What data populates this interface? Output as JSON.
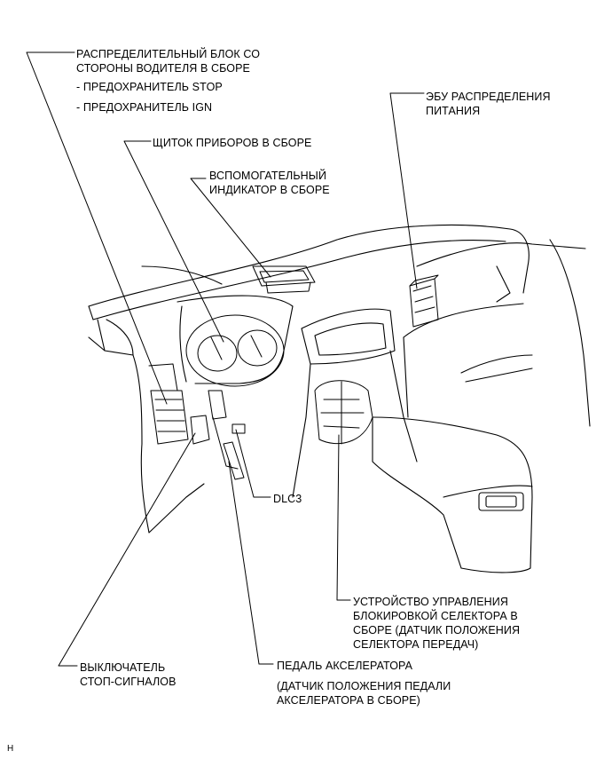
{
  "labels": {
    "driver_junction_block": {
      "line1": "РАСПРЕДЕЛИТЕЛЬНЫЙ БЛОК СО",
      "line2": "СТОРОНЫ ВОДИТЕЛЯ В СБОРЕ",
      "fuse_stop": "- ПРЕДОХРАНИТЕЛЬ STOP",
      "fuse_ign": "- ПРЕДОХРАНИТЕЛЬ IGN"
    },
    "power_distribution_ecu": {
      "line1": "ЭБУ РАСПРЕДЕЛЕНИЯ",
      "line2": "ПИТАНИЯ"
    },
    "combination_meter": "ЩИТОК ПРИБОРОВ В СБОРЕ",
    "sub_indicator": {
      "line1": "ВСПОМОГАТЕЛЬНЫЙ",
      "line2": "ИНДИКАТОР В СБОРЕ"
    },
    "dlc3": "DLC3",
    "shift_lock": {
      "line1": "УСТРОЙСТВО УПРАВЛЕНИЯ",
      "line2": "БЛОКИРОВКОЙ СЕЛЕКТОРА В",
      "line3": "СБОРЕ (ДАТЧИК ПОЛОЖЕНИЯ",
      "line4": "СЕЛЕКТОРА ПЕРЕДАЧ)"
    },
    "stop_light_switch": {
      "line1": "ВЫКЛЮЧАТЕЛЬ",
      "line2": "СТОП-СИГНАЛОВ"
    },
    "accelerator_pedal": {
      "line1": "ПЕДАЛЬ АКСЕЛЕРАТОРА",
      "line2": "(ДАТЧИК ПОЛОЖЕНИЯ ПЕДАЛИ",
      "line3": "АКСЕЛЕРАТОРА В СБОРЕ)"
    }
  },
  "corner_mark": "H"
}
